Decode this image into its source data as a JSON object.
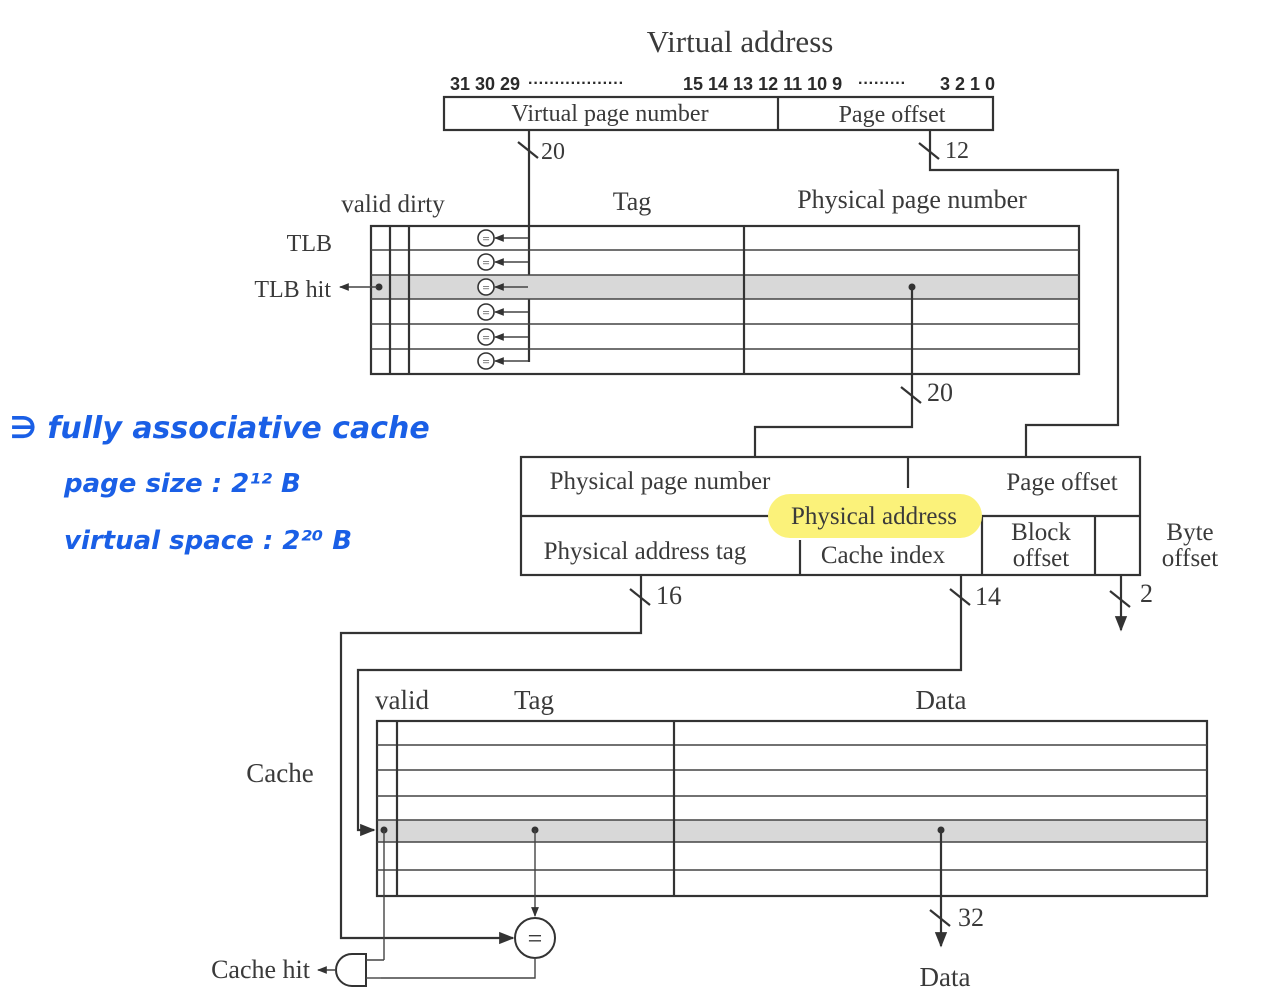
{
  "virtual_address": {
    "title": "Virtual address",
    "bits_left": "31 30 29",
    "bits_dots_1": "··················",
    "bits_mid": "15 14 13 12 11 10 9",
    "bits_dots_2": "·········",
    "bits_right": "3 2 1 0",
    "field_vpn": "Virtual page number",
    "field_offset": "Page offset",
    "width_vpn": "20",
    "width_offset": "12"
  },
  "tlb": {
    "col_valid_dirty": "valid dirty",
    "col_tag": "Tag",
    "col_ppn": "Physical page number",
    "label": "TLB",
    "hit_label": "TLB hit",
    "ppn_width": "20",
    "comparator_symbol": "="
  },
  "physical_address": {
    "label": "Physical address",
    "field_ppn": "Physical page number",
    "field_offset": "Page offset",
    "field_tag": "Physical address tag",
    "field_index": "Cache index",
    "field_block_line1": "Block",
    "field_block_line2": "offset",
    "byte_offset_line1": "Byte",
    "byte_offset_line2": "offset",
    "width_tag": "16",
    "width_index": "14",
    "width_byte": "2"
  },
  "cache": {
    "col_valid": "valid",
    "col_tag": "Tag",
    "col_data": "Data",
    "label": "Cache",
    "hit_label": "Cache hit",
    "data_width": "32",
    "data_out": "Data",
    "comparator_symbol": "="
  },
  "notes": {
    "line1": "∋ fully associative cache",
    "line2": "page size : 2¹² B",
    "line3": "virtual space : 2²⁰ B",
    "color": "#1a5fe6"
  },
  "highlight_color": "#fbf27a"
}
